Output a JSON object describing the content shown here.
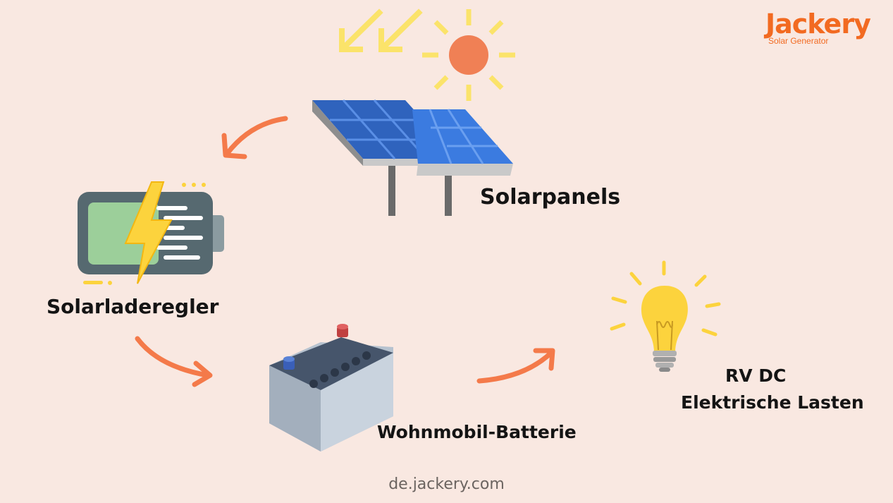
{
  "logo": {
    "brand": "Jackery",
    "tagline": "Solar Generator"
  },
  "nodes": {
    "solar_panels": "Solarpanels",
    "charge_controller": "Solarladeregler",
    "battery": "Wohnmobil-Batterie",
    "loads_line1": "RV DC",
    "loads_line2": "Elektrische Lasten"
  },
  "footer": "de.jackery.com",
  "colors": {
    "background": "#f9e8e1",
    "arrow": "#f47a4a",
    "sun": "#f08055",
    "sun_rays": "#fbe36a",
    "panel": "#3b7be0",
    "brand": "#f26a21"
  }
}
